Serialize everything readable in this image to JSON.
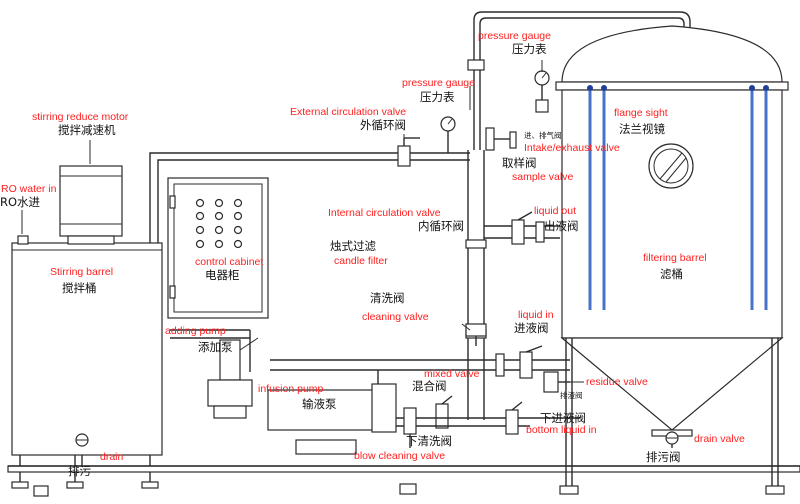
{
  "colors": {
    "english_labels": "#ff2020",
    "chinese_labels": "#111111",
    "inner_pipes": "#4a72c9",
    "lines": "#2b2b2b"
  },
  "labels": {
    "pressure_gauge_top": {
      "en": "pressure gauge",
      "zh": "压力表"
    },
    "pressure_gauge_mid": {
      "en": "pressure gauge",
      "zh": "压力表"
    },
    "external_circulation_valve": {
      "en": "External circulation valve",
      "zh": "外循环阀"
    },
    "stirring_reduce_motor": {
      "en": "stirring reduce motor",
      "zh": "搅拌减速机"
    },
    "ro_water_in": {
      "en": "RO water in",
      "zh": "RO水进"
    },
    "stirring_barrel": {
      "en": "Stirring barrel",
      "zh": "搅拌桶"
    },
    "control_cabinet": {
      "en": "control cabinet",
      "zh": "电器柜"
    },
    "internal_circulation_valve": {
      "en": "Internal circulation valve",
      "zh": "内循环阀"
    },
    "candle_filter": {
      "en": "candle filter",
      "zh": "烛式过滤"
    },
    "cleaning_valve": {
      "en": "cleaning valve",
      "zh": "清洗阀"
    },
    "adding_pump": {
      "en": "adding pump",
      "zh": "添加泵"
    },
    "mixed_valve": {
      "en": "mixed valve",
      "zh": "混合阀"
    },
    "infusion_pump": {
      "en": "infusion pump",
      "zh": "输液泵"
    },
    "blow_cleaning_valve": {
      "en": "blow cleaning valve",
      "zh": "下清洗阀"
    },
    "drain_left": {
      "en": "drain",
      "zh": "排污"
    },
    "flange_sight": {
      "en": "flange sight",
      "zh": "法兰视镜"
    },
    "intake_exhaust_valve": {
      "en": "Intake/exhaust valve",
      "zh": "进、排气阀"
    },
    "sample_valve": {
      "en": "sample valve",
      "zh": "取样阀"
    },
    "liquid_out": {
      "en": "liquid out",
      "zh": "出液阀"
    },
    "filtering_barrel": {
      "en": "filtering barrel",
      "zh": "滤桶"
    },
    "liquid_in": {
      "en": "liquid in",
      "zh": "进液阀"
    },
    "residue_valve": {
      "en": "residue valve",
      "zh": "排渣阀"
    },
    "bottom_liquid_in": {
      "en": "bottom liquid in",
      "zh": "下进液阀"
    },
    "drain_valve": {
      "en": "drain valve",
      "zh": "排污阀"
    }
  }
}
